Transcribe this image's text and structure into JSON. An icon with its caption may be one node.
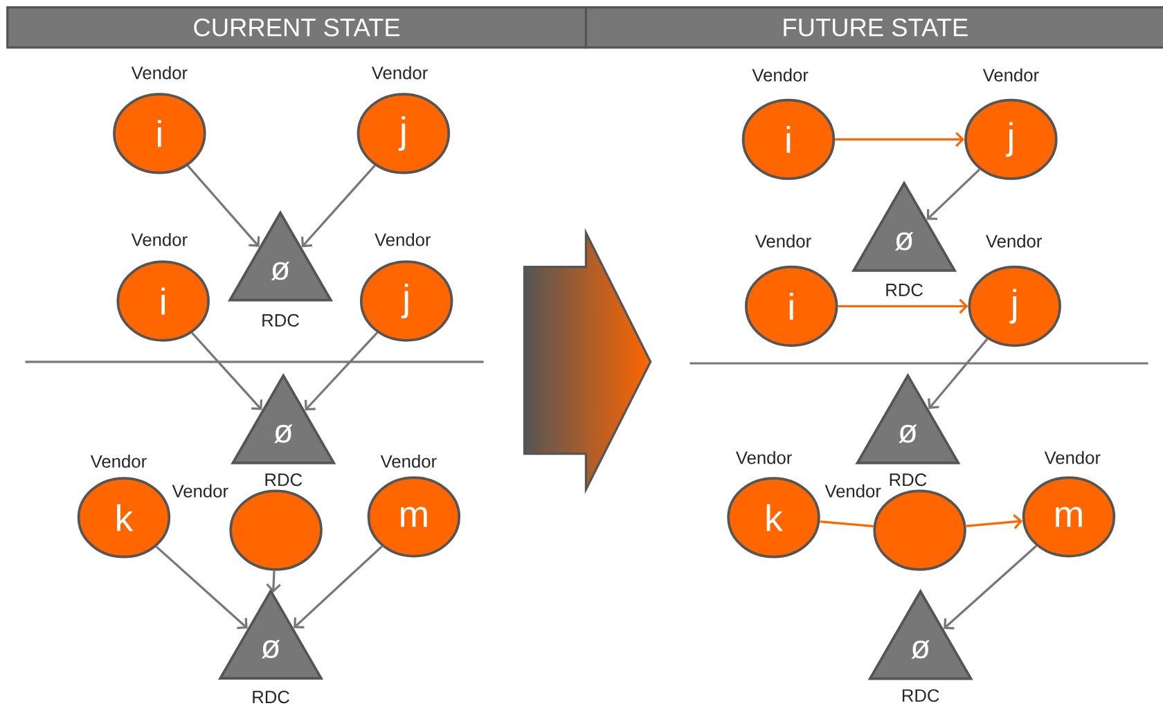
{
  "diagram": {
    "nodes": [
      {
        "text": [
          "CURRENT STATE"
        ]
      },
      {
        "text": [
          "FUTURE STATE"
        ]
      },
      {
        "text": [
          "i"
        ],
        "beside": [
          "Vendor"
        ]
      },
      {
        "text": [
          "j"
        ],
        "beside": [
          "Vendor"
        ]
      },
      {
        "text": [
          "ø"
        ],
        "beside": [
          "RDC"
        ]
      },
      {
        "text": [
          "i"
        ],
        "beside": [
          "Vendor"
        ]
      },
      {
        "text": [
          "j"
        ],
        "beside": [
          "Vendor"
        ]
      },
      {
        "text": [],
        "shape": "circle",
        "beside": [
          "Vendor"
        ]
      },
      {
        "text": [
          "ø"
        ],
        "beside": [
          "RDC"
        ]
      },
      {
        "text": [
          "k"
        ],
        "beside": [
          "Vendor"
        ]
      },
      {
        "text": [
          "m"
        ],
        "beside": [
          "Vendor"
        ]
      },
      {
        "text": [
          "ø"
        ],
        "beside": [
          "RDC"
        ]
      },
      {
        "text": [
          "i"
        ],
        "beside": [
          "Vendor"
        ]
      },
      {
        "text": [
          "j"
        ],
        "beside": [
          "Vendor"
        ]
      },
      {
        "text": [
          "ø"
        ],
        "beside": [
          "RDC"
        ]
      },
      {
        "text": [
          "i"
        ],
        "beside": [
          "Vendor"
        ]
      },
      {
        "text": [
          "j"
        ],
        "beside": [
          "Vendor"
        ]
      },
      {
        "text": [],
        "shape": "circle",
        "beside": [
          "Vendor"
        ]
      },
      {
        "text": [
          "ø"
        ],
        "beside": [
          "RDC"
        ]
      },
      {
        "text": [
          "k"
        ],
        "beside": [
          "Vendor"
        ]
      },
      {
        "text": [
          "m"
        ],
        "beside": [
          "Vendor"
        ]
      },
      {
        "text": [
          "ø"
        ],
        "beside": [
          "RDC"
        ]
      }
    ],
    "edges": [
      {
        "from": 2,
        "to": 4,
        "arrow": "to"
      },
      {
        "from": 3,
        "to": 4,
        "arrow": "to"
      },
      {
        "from": 5,
        "to": 8,
        "arrow": "to"
      },
      {
        "from": 6,
        "to": 8,
        "arrow": "to"
      },
      {
        "from": 7,
        "to": 11,
        "arrow": "to"
      },
      {
        "from": 9,
        "to": 11,
        "arrow": "to"
      },
      {
        "from": 10,
        "to": 11,
        "arrow": "to"
      },
      {
        "from": 12,
        "to": 13,
        "arrow": "to",
        "color": "#ff6600"
      },
      {
        "from": 13,
        "to": 14,
        "arrow": "to"
      },
      {
        "from": 15,
        "to": 16,
        "arrow": "to",
        "color": "#ff6600"
      },
      {
        "from": 16,
        "to": 18,
        "arrow": "to"
      },
      {
        "from": 19,
        "to": 17,
        "arrow": "none",
        "color": "#ff6600"
      },
      {
        "from": 17,
        "to": 20,
        "arrow": "to",
        "color": "#ff6600"
      },
      {
        "from": 20,
        "to": 21,
        "arrow": "to"
      }
    ]
  }
}
